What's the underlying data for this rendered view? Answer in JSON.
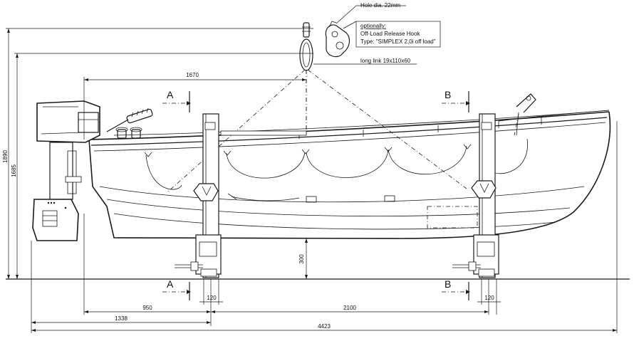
{
  "notes": {
    "hole_dia": "Hole dia. 22mm",
    "optionally": "optionally:",
    "hook_name": "Off-Load Release Hook",
    "hook_type": "Type: \"SIMPLEX 2,0i off load\"",
    "long_link": "long link 19x110x60"
  },
  "section_labels": {
    "a_top": "A",
    "b_top": "B",
    "a_bottom": "A",
    "b_bottom": "B"
  },
  "dimensions": {
    "top_length": "1670",
    "height_total": "1890",
    "height_inner": "1685",
    "clearance": "300",
    "support_a": "120",
    "support_b": "120",
    "left_offset": "950",
    "between_supports": "2100",
    "stern_to_a": "1338",
    "overall_length": "4423"
  }
}
